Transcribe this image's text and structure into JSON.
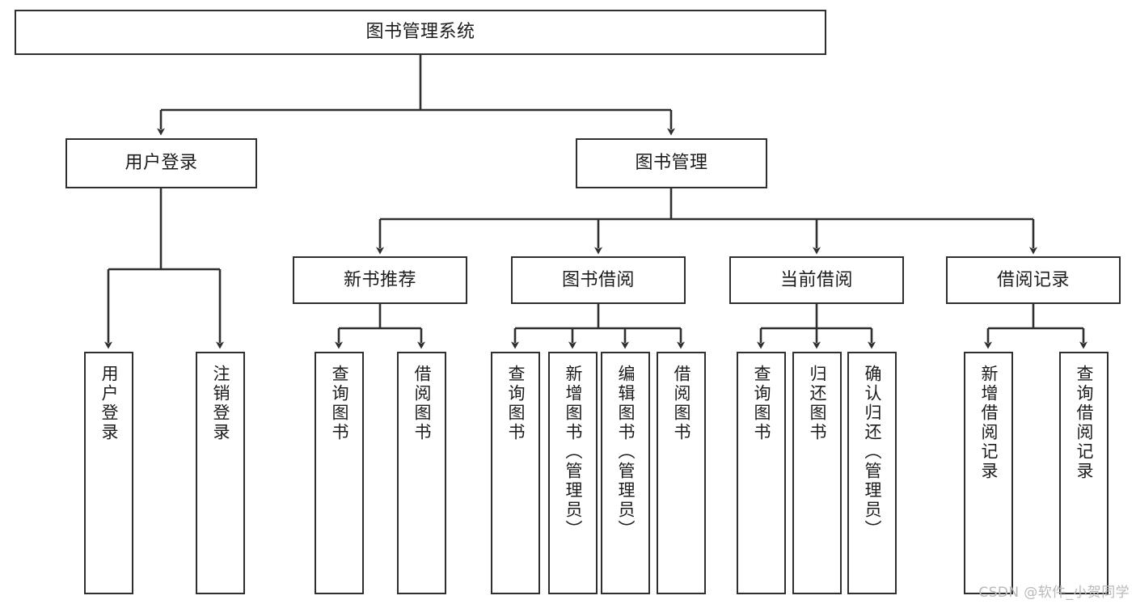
{
  "diagram": {
    "title": "图书管理系统",
    "watermark": "CSDN @软件_小贺同学",
    "line_color": "#2f2f2f",
    "box_fill": "#ffffff",
    "text_color": "#1c1c1c",
    "watermark_color": "#b9b9b9"
  },
  "nodes": {
    "root": {
      "label": "图书管理系统"
    },
    "level2": [
      {
        "label": "用户登录"
      },
      {
        "label": "图书管理"
      }
    ],
    "level3": [
      {
        "label": "新书推荐"
      },
      {
        "label": "图书借阅"
      },
      {
        "label": "当前借阅"
      },
      {
        "label": "借阅记录"
      }
    ],
    "leaves": {
      "user_login": [
        {
          "label": "用户登录"
        },
        {
          "label": "注销登录"
        }
      ],
      "new_book_recommend": [
        {
          "label": "查询图书"
        },
        {
          "label": "借阅图书"
        }
      ],
      "book_borrow": [
        {
          "label": "查询图书"
        },
        {
          "label": "新增图书（管理员）"
        },
        {
          "label": "编辑图书（管理员）"
        },
        {
          "label": "借阅图书"
        }
      ],
      "current_borrow": [
        {
          "label": "查询图书"
        },
        {
          "label": "归还图书"
        },
        {
          "label": "确认归还（管理员）"
        }
      ],
      "borrow_record": [
        {
          "label": "新增借阅记录"
        },
        {
          "label": "查询借阅记录"
        }
      ]
    }
  },
  "chart_data": {
    "type": "tree",
    "title": "图书管理系统",
    "orientation": "top-down",
    "tree": {
      "name": "图书管理系统",
      "children": [
        {
          "name": "用户登录",
          "children": [
            {
              "name": "用户登录"
            },
            {
              "name": "注销登录"
            }
          ]
        },
        {
          "name": "图书管理",
          "children": [
            {
              "name": "新书推荐",
              "children": [
                {
                  "name": "查询图书"
                },
                {
                  "name": "借阅图书"
                }
              ]
            },
            {
              "name": "图书借阅",
              "children": [
                {
                  "name": "查询图书"
                },
                {
                  "name": "新增图书（管理员）"
                },
                {
                  "name": "编辑图书（管理员）"
                },
                {
                  "name": "借阅图书"
                }
              ]
            },
            {
              "name": "当前借阅",
              "children": [
                {
                  "name": "查询图书"
                },
                {
                  "name": "归还图书"
                },
                {
                  "name": "确认归还（管理员）"
                }
              ]
            },
            {
              "name": "借阅记录",
              "children": [
                {
                  "name": "新增借阅记录"
                },
                {
                  "name": "查询借阅记录"
                }
              ]
            }
          ]
        }
      ]
    }
  }
}
